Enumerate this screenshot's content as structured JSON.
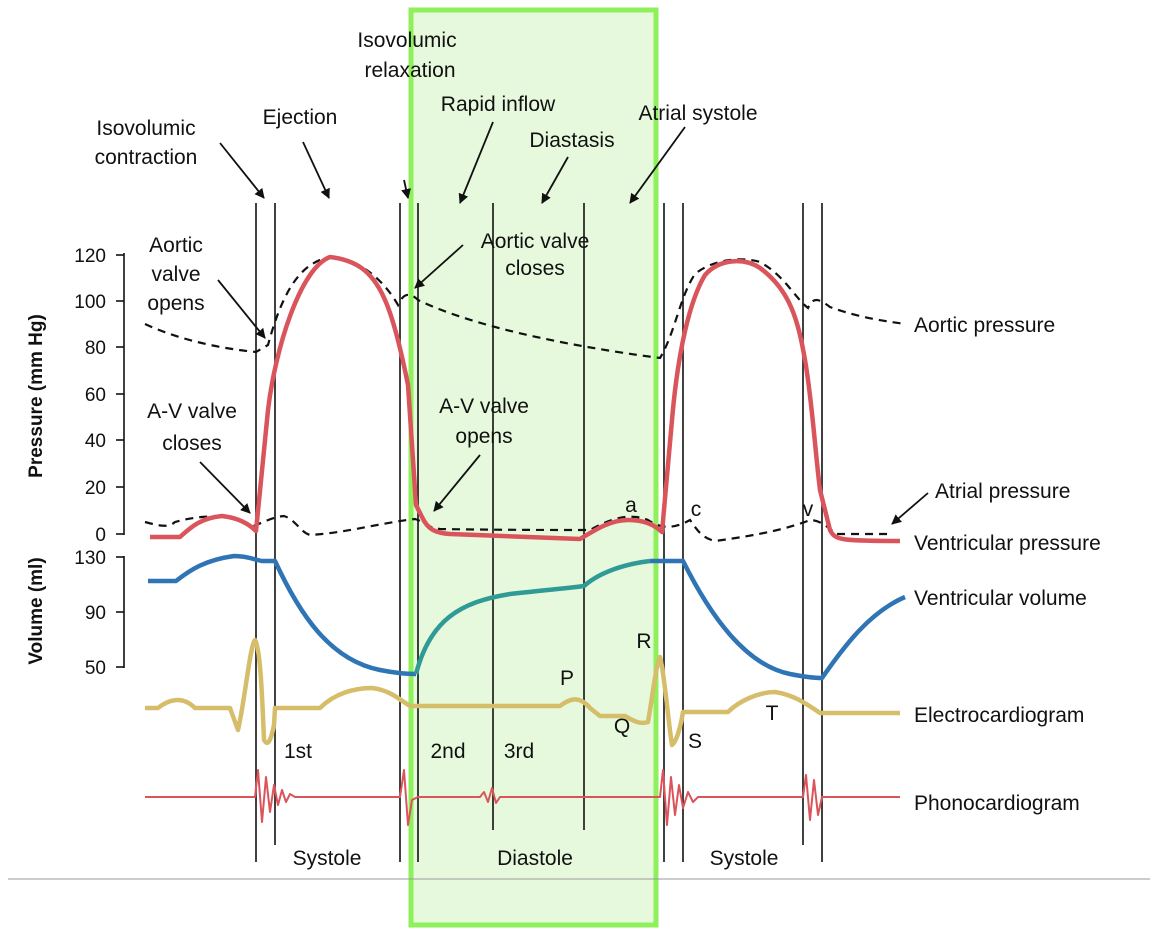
{
  "phases_top": {
    "isovolumic_contraction": [
      "Isovolumic",
      "contraction"
    ],
    "ejection": "Ejection",
    "isovolumic_relaxation": [
      "Isovolumic",
      "relaxation"
    ],
    "rapid_inflow": "Rapid inflow",
    "diastasis": "Diastasis",
    "atrial_systole": "Atrial systole"
  },
  "annotations": {
    "aortic_valve_opens": [
      "Aortic",
      "valve",
      "opens"
    ],
    "aortic_valve_closes": [
      "Aortic valve",
      "closes"
    ],
    "av_valve_closes": [
      "A-V valve",
      "closes"
    ],
    "av_valve_opens": [
      "A-V valve",
      "opens"
    ],
    "wave_a": "a",
    "wave_c": "c",
    "wave_v": "v",
    "ecg_p": "P",
    "ecg_q": "Q",
    "ecg_r": "R",
    "ecg_s": "S",
    "ecg_t": "T",
    "heart_sound_1": "1st",
    "heart_sound_2": "2nd",
    "heart_sound_3": "3rd"
  },
  "axes": {
    "pressure": {
      "title": "Pressure (mm Hg)",
      "ticks": [
        "120",
        "100",
        "80",
        "60",
        "40",
        "20",
        "0"
      ]
    },
    "volume": {
      "title": "Volume (ml)",
      "ticks": [
        "130",
        "90",
        "50"
      ]
    }
  },
  "traces": {
    "aortic_pressure": "Aortic pressure",
    "atrial_pressure": "Atrial pressure",
    "ventricular_pressure": "Ventricular pressure",
    "ventricular_volume": "Ventricular volume",
    "electrocardiogram": "Electrocardiogram",
    "phonocardiogram": "Phonocardiogram"
  },
  "bottom_phases": {
    "systole_1": "Systole",
    "diastole": "Diastole",
    "systole_2": "Systole"
  },
  "colors": {
    "ventricular_pressure": "#d9555b",
    "ventricular_volume": "#2f74b5",
    "volume_diastole_teal": "#2f9a96",
    "electrocardiogram": "#d6bd6a",
    "phonocardiogram": "#d9555b",
    "highlight_fill": "#e6f9dc",
    "highlight_border": "#8ef05a"
  }
}
